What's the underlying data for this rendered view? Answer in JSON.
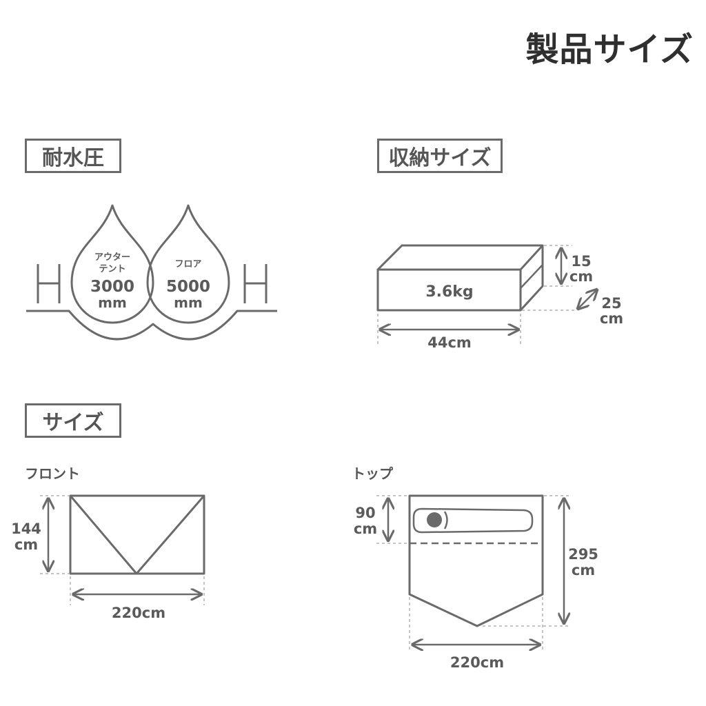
{
  "page": {
    "title": "製品サイズ"
  },
  "water_resistance": {
    "title": "耐水圧",
    "outer_tent": {
      "label_line1": "アウター",
      "label_line2": "テント",
      "value": "3000",
      "unit": "mm"
    },
    "floor": {
      "label": "フロア",
      "value": "5000",
      "unit": "mm"
    }
  },
  "storage": {
    "title": "収納サイズ",
    "weight": "3.6kg",
    "height": {
      "value": "15",
      "unit": "cm"
    },
    "depth": {
      "value": "25",
      "unit": "cm"
    },
    "width": "44cm"
  },
  "size": {
    "title": "サイズ",
    "front": {
      "label": "フロント",
      "height": {
        "value": "144",
        "unit": "cm"
      },
      "width": "220cm"
    },
    "top": {
      "label": "トップ",
      "inner": {
        "value": "90",
        "unit": "cm"
      },
      "length": {
        "value": "295",
        "unit": "cm"
      },
      "width": "220cm"
    }
  },
  "colors": {
    "line": "#6a6a6a",
    "text": "#555555",
    "guide": "#b0b0b0"
  }
}
